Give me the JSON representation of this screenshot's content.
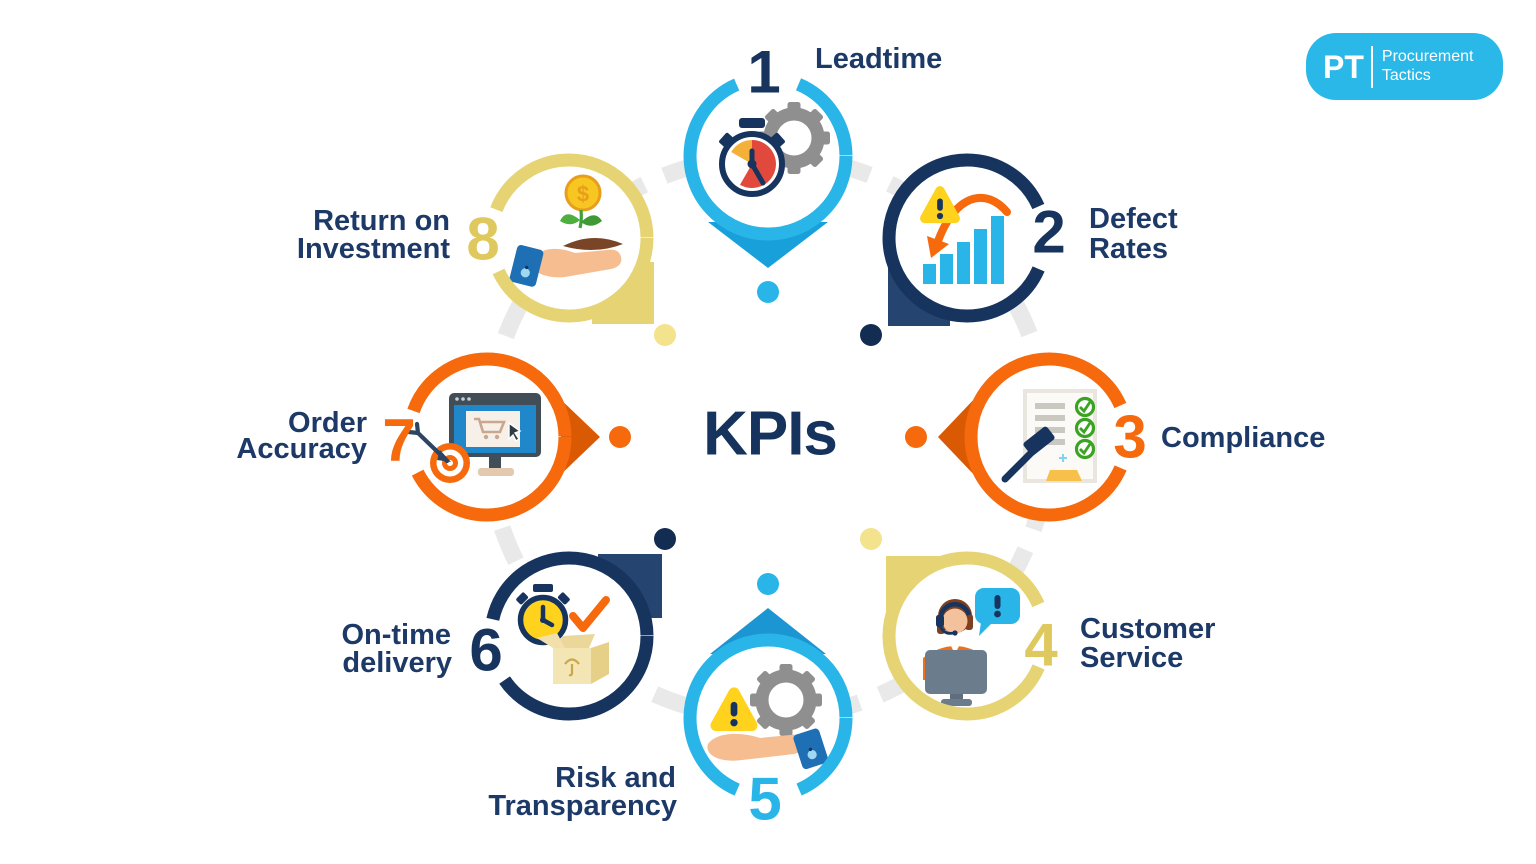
{
  "center_title": "KPIs",
  "brand": {
    "abbr": "PT",
    "line1": "Procurement",
    "line2": "Tactics"
  },
  "palette": {
    "navy": "#17345F",
    "navy_square": "#254470",
    "light_blue": "#29B5E8",
    "light_blue_tip": "#18A0DA",
    "orange": "#F6690C",
    "orange_tip": "#DA5A04",
    "yellow": "#E6D474",
    "yellow_number": "#DFC95F",
    "dot_yellow": "#F2E38C",
    "dash_gray": "#E9E9E9",
    "label_text": "#1C3968",
    "logo_blue": "#29B8E8",
    "warning_yellow": "#FFD21E",
    "bar_blue": "#29B5E8"
  },
  "items": [
    {
      "number": "1",
      "label_lines": [
        "Leadtime"
      ],
      "color": "#29B5E8",
      "icon": "stopwatch-gear-icon"
    },
    {
      "number": "2",
      "label_lines": [
        "Defect",
        "Rates"
      ],
      "color": "#17345F",
      "icon": "warning-bar-chart-icon"
    },
    {
      "number": "3",
      "label_lines": [
        "Compliance"
      ],
      "color": "#F6690C",
      "icon": "gavel-checklist-icon"
    },
    {
      "number": "4",
      "label_lines": [
        "Customer",
        "Service"
      ],
      "color": "#E6D474",
      "icon": "customer-support-agent-icon"
    },
    {
      "number": "5",
      "label_lines": [
        "Risk and",
        "Transparency"
      ],
      "color": "#29B5E8",
      "icon": "hand-warning-gear-icon"
    },
    {
      "number": "6",
      "label_lines": [
        "On-time",
        "delivery"
      ],
      "color": "#17345F",
      "icon": "stopwatch-package-check-icon"
    },
    {
      "number": "7",
      "label_lines": [
        "Order",
        "Accuracy"
      ],
      "color": "#F6690C",
      "icon": "monitor-target-arrow-icon"
    },
    {
      "number": "8",
      "label_lines": [
        "Return on",
        "Investment"
      ],
      "color": "#E6D474",
      "icon": "hand-plant-coin-icon",
      "coin_symbol": "$"
    }
  ]
}
